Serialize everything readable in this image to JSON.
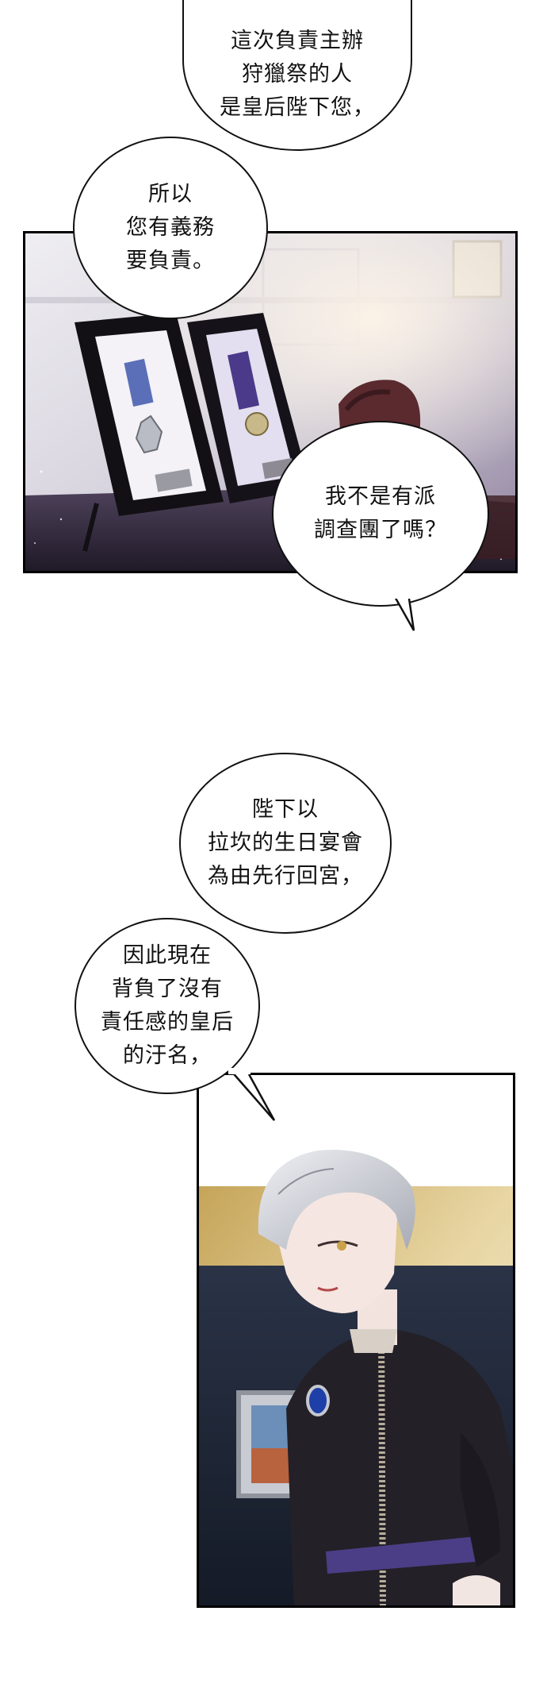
{
  "bubbles": {
    "b1": "這次負責主辦\n狩獵祭的人\n是皇后陛下您，",
    "b2": "所以\n您有義務\n要負責。",
    "b3": "我不是有派\n調查團了嗎？",
    "b4": "陛下以\n拉坎的生日宴會\n為由先行回宮，",
    "b5": "因此現在\n背負了沒有\n責任感的皇后\n的汙名，"
  },
  "colors": {
    "ink": "#111111",
    "panel_border": "#000000",
    "medal_ribbon_blue": "#5b6fb8",
    "medal_ribbon_purple": "#4b3a8a",
    "brooch_blue": "#1f3fa8",
    "hair_silver": "#c9cbd2",
    "coat_dark": "#232027",
    "background_gold": "#c6a55a"
  }
}
